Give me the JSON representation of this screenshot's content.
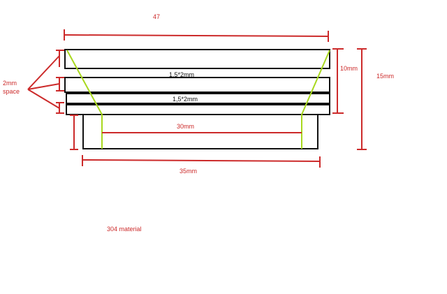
{
  "diagram": {
    "top_width": "47",
    "slot_upper": "1,5*2mm",
    "slot_lower": "1,5*2mm",
    "inner_width": "30mm",
    "base_width": "35mm",
    "height_upper": "10mm",
    "height_total": "15mm",
    "space_note_line1": "2mm",
    "space_note_line2": "space",
    "material": "304 material"
  },
  "colors": {
    "outline": "#111111",
    "dimension": "#cc2a2a",
    "taper": "#a8d81e",
    "background": "#ffffff"
  }
}
